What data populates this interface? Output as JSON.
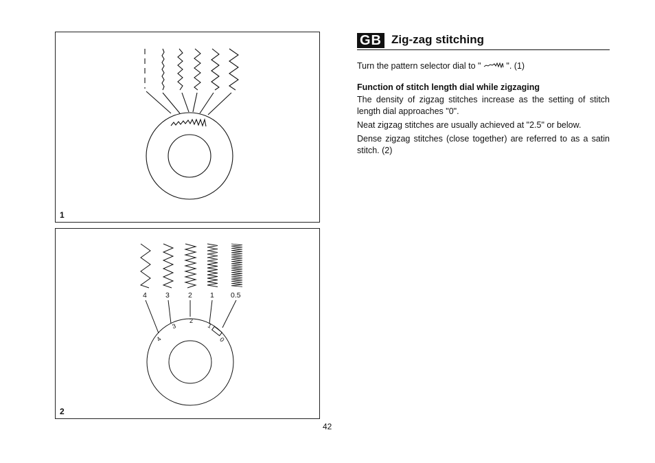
{
  "section": {
    "badge": "GB",
    "title": "Zig-zag stitching"
  },
  "intro": {
    "before_icon": "Turn the pattern selector dial to \" ",
    "icon": "zigzag-stitch-icon",
    "after_icon": " \". (1)"
  },
  "subheading": "Function of stitch length dial while zigzaging",
  "paragraphs": [
    "The density of zigzag stitches increase as the setting of stitch length dial approaches \"0\".",
    "Neat zigzag stitches are usually achieved at \"2.5\" or below.",
    "Dense zigzag stitches (close together) are referred to as a satin stitch. (2)"
  ],
  "figures": {
    "fig1_number": "1",
    "fig2_number": "2",
    "stitch_length_labels": [
      "4",
      "3",
      "2",
      "1",
      "0.5"
    ],
    "dial_markings": [
      "4",
      "3",
      "2",
      "1",
      "0"
    ]
  },
  "page_number": "42"
}
